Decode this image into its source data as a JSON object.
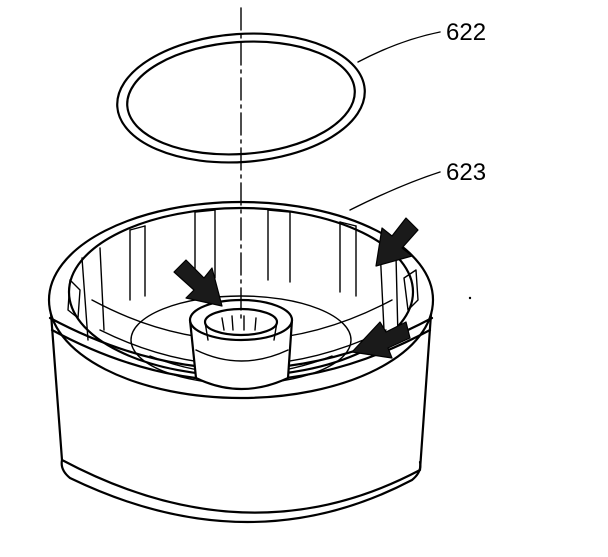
{
  "callouts": [
    {
      "id": "snap-ring",
      "label": "622"
    },
    {
      "id": "housing",
      "label": "623"
    }
  ],
  "colors": {
    "line": "#000000",
    "arrow_fill": "#1a1a1a",
    "background": "#ffffff"
  },
  "icons": [
    "arrow-icon"
  ]
}
